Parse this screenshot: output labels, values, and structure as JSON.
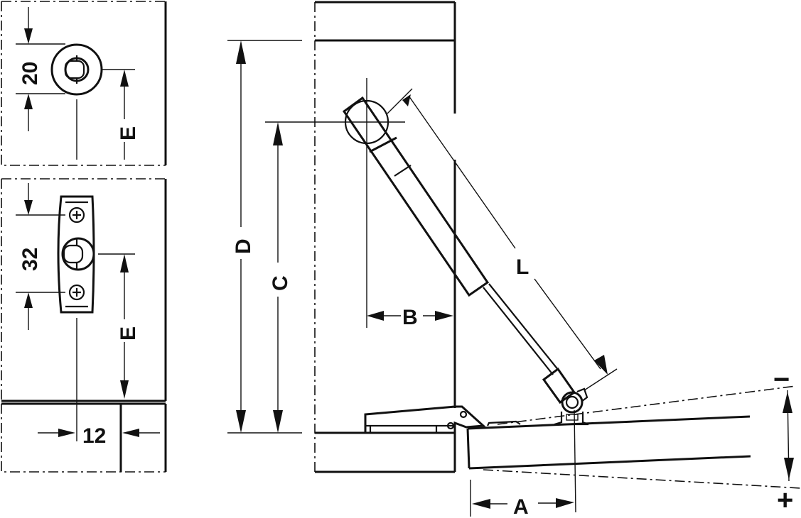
{
  "diagram": {
    "type": "technical-drawing",
    "subject": "gas strut / lift-up flap fitting mounting dimensions",
    "colors": {
      "line": "#111111",
      "background": "#ffffff"
    },
    "views": {
      "top_left": {
        "dimension_label": "20",
        "height_label": "E"
      },
      "middle_left": {
        "dimension_label": "32",
        "height_label": "E"
      },
      "bottom_left": {
        "dimension_label": "12"
      },
      "main": {
        "labels": {
          "D": "D",
          "C": "C",
          "B": "B",
          "L": "L",
          "A": "A"
        },
        "adjust": {
          "minus": "−",
          "plus": "+"
        }
      }
    }
  }
}
